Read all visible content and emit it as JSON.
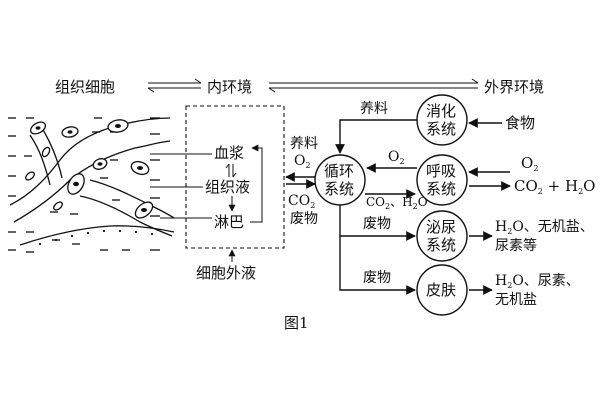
{
  "top": {
    "cells": "组织细胞",
    "internal": "内环境",
    "external": "外界环境"
  },
  "box": {
    "plasma": "血浆",
    "tissue_fluid": "组织液",
    "lymph": "淋巴",
    "caption": "细胞外液"
  },
  "center": {
    "label_top": "养料",
    "o2": "O",
    "o2_sub": "2",
    "co2": "CO",
    "co2_sub": "2",
    "waste": "废物",
    "circ_line1": "循环",
    "circ_line2": "系统"
  },
  "systems": {
    "digestive": {
      "line1": "消化",
      "line2": "系统"
    },
    "respiratory": {
      "line1": "呼吸",
      "line2": "系统"
    },
    "urinary": {
      "line1": "泌尿",
      "line2": "系统"
    },
    "skin": {
      "line1": "皮肤"
    }
  },
  "arrows": {
    "nutrients": "养料",
    "o2_in": "O",
    "o2_in_sub": "2",
    "co2_h2o": "CO",
    "co2_h2o_sub": "2",
    "co2_h2o_rest": "、H",
    "co2_h2o_sub2": "2",
    "co2_h2o_end": "O",
    "waste1": "废物",
    "waste2": "废物"
  },
  "right": {
    "food": "食物",
    "o2": "O",
    "o2_sub": "2",
    "out_resp": "CO",
    "out_resp_sub": "2",
    "out_resp_rest": " + H",
    "out_resp_sub2": "2",
    "out_resp_end": "O",
    "urinary_line1": "H",
    "urinary_line1_sub": "2",
    "urinary_line1_rest": "O、无机盐、",
    "urinary_line2": "尿素等",
    "skin_line1": "H",
    "skin_line1_sub": "2",
    "skin_line1_rest": "O、尿素、",
    "skin_line2": "无机盐"
  },
  "figure_caption": "图1"
}
